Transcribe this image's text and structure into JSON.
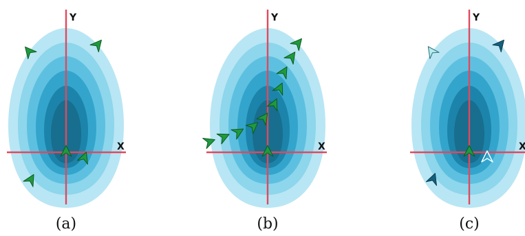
{
  "colors": {
    "levels": [
      "#b9e6f4",
      "#8dd6ec",
      "#5ec0e0",
      "#33a5cc",
      "#1c84aa",
      "#186e8e"
    ],
    "axis": "#e0495e",
    "green": "#1f9a3e",
    "green_edge": "#0e5a22",
    "light_cyan": "#b4ecee",
    "dark_teal": "#15607c"
  },
  "panels": [
    {
      "axis_y_label": "Y",
      "axis_x_label": "X",
      "caption": "(a)",
      "markers": [
        {
          "kind": "green",
          "rot": -40
        },
        {
          "kind": "green",
          "rot": 40
        },
        {
          "kind": "green",
          "rot": 0
        },
        {
          "kind": "green",
          "rot": 20
        },
        {
          "kind": "green",
          "rot": 30
        }
      ]
    },
    {
      "axis_y_label": "Y",
      "axis_x_label": "X",
      "caption": "(b)",
      "markers": [
        {
          "kind": "green",
          "rot": 40
        },
        {
          "kind": "green",
          "rot": 35
        },
        {
          "kind": "green",
          "rot": 30
        },
        {
          "kind": "green",
          "rot": 25
        },
        {
          "kind": "green",
          "rot": 25
        },
        {
          "kind": "green",
          "rot": 35
        },
        {
          "kind": "green",
          "rot": 50
        },
        {
          "kind": "green",
          "rot": 60
        },
        {
          "kind": "green",
          "rot": 65
        },
        {
          "kind": "green",
          "rot": 70
        },
        {
          "kind": "green",
          "rot": 0
        }
      ]
    },
    {
      "axis_y_label": "Y",
      "axis_x_label": "X",
      "caption": "(c)",
      "markers": [
        {
          "kind": "light",
          "rot": -35
        },
        {
          "kind": "dark",
          "rot": 40
        },
        {
          "kind": "green",
          "rot": 0
        },
        {
          "kind": "outline",
          "rot": 0
        },
        {
          "kind": "dark",
          "rot": 20
        }
      ]
    }
  ]
}
